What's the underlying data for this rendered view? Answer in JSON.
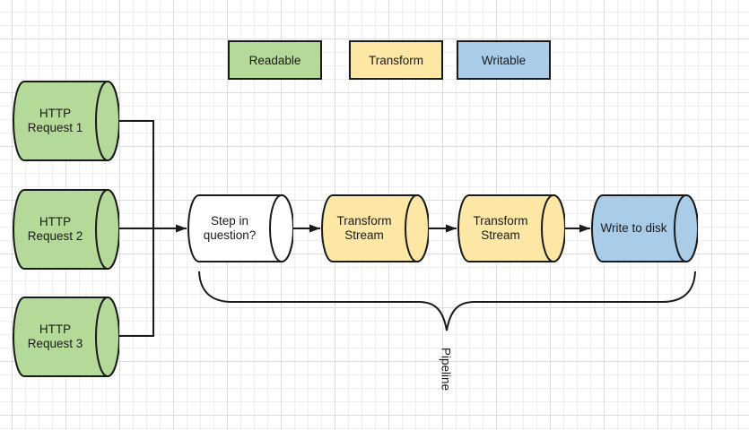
{
  "colors": {
    "readable": "#b5d998",
    "transform": "#fce8a4",
    "writable": "#a9cde9",
    "neutral": "#ffffff",
    "stroke": "#1a1a1a"
  },
  "legend": {
    "readable_label": "Readable",
    "transform_label": "Transform",
    "writable_label": "Writable"
  },
  "nodes": {
    "http_request_1": {
      "label": "HTTP\nRequest 1"
    },
    "http_request_2": {
      "label": "HTTP\nRequest 2"
    },
    "http_request_3": {
      "label": "HTTP\nRequest 3"
    },
    "step_in_question": {
      "label": "Step in\nquestion?"
    },
    "transform_stream_1": {
      "label": "Transform\nStream"
    },
    "transform_stream_2": {
      "label": "Transform\nStream"
    },
    "write_to_disk": {
      "label": "Write to disk"
    }
  },
  "annotations": {
    "pipeline_label": "Pipeline"
  }
}
